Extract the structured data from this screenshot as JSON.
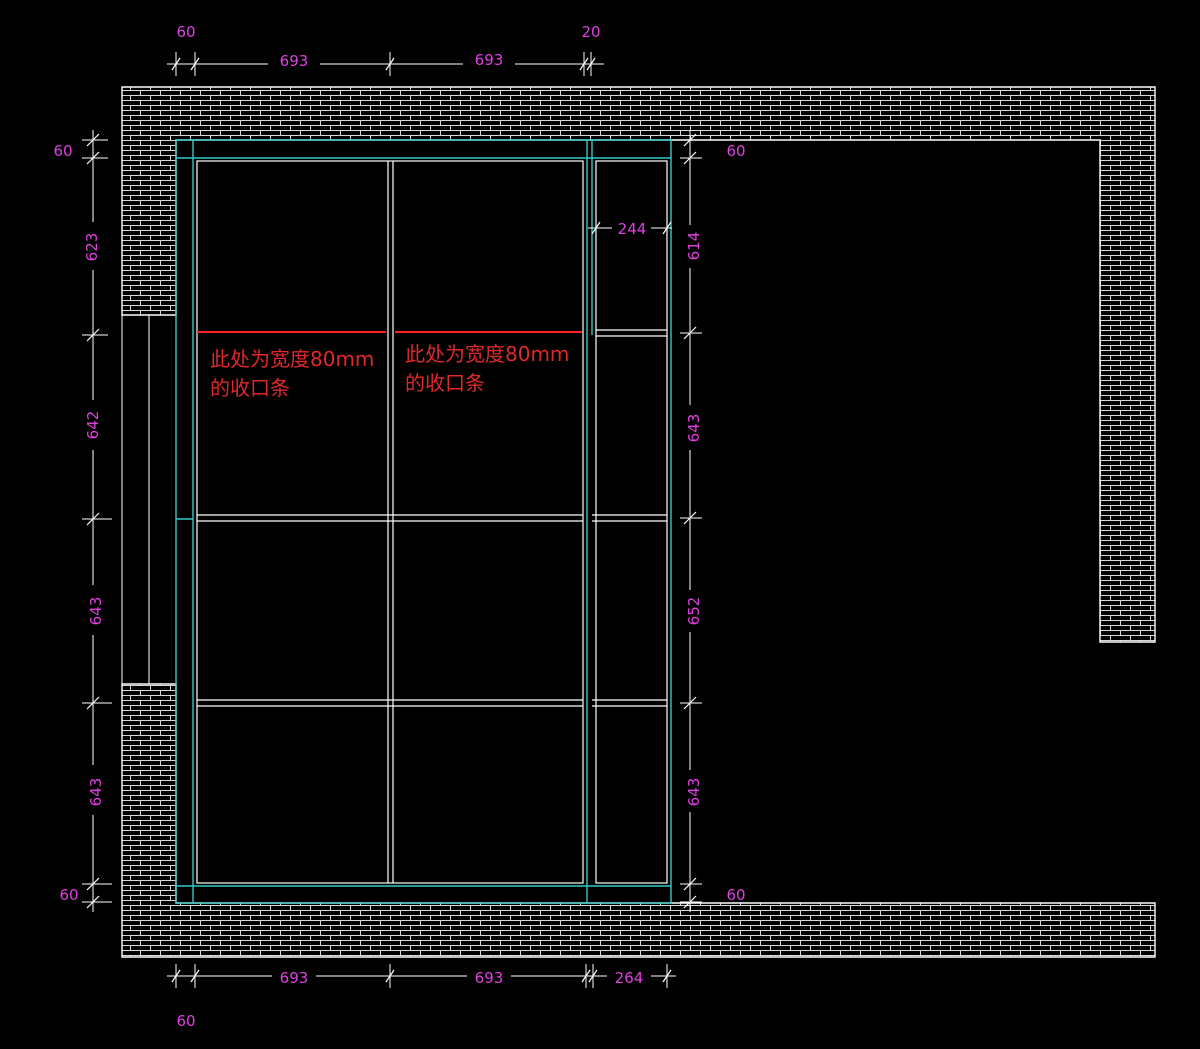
{
  "dimensions": {
    "top": {
      "left_edge": "60",
      "panel_1": "693",
      "panel_2": "693",
      "right_edge": "20"
    },
    "bottom": {
      "panel_1": "693",
      "panel_2": "693",
      "side_cabinet": "264",
      "left_edge": "60"
    },
    "left": {
      "top_edge": "60",
      "row_1": "623",
      "row_2": "642",
      "row_3": "643",
      "row_4": "643",
      "bottom_edge": "60"
    },
    "right": {
      "top_edge": "60",
      "row_1": "614",
      "row_2": "643",
      "row_3": "652",
      "row_4": "643",
      "bottom_edge": "60"
    },
    "inner_width": "244"
  },
  "notes": {
    "trim_note_left": [
      "此处为宽度80mm",
      "的收口条"
    ],
    "trim_note_right": [
      "此处为宽度80mm",
      "的收口条"
    ]
  },
  "colors": {
    "background": "#000000",
    "dimension_text": "#e040e0",
    "note_text": "#e02828",
    "frame_line": "#35c8c8",
    "lines": "#ffffff",
    "trim_line": "#ff2020"
  }
}
